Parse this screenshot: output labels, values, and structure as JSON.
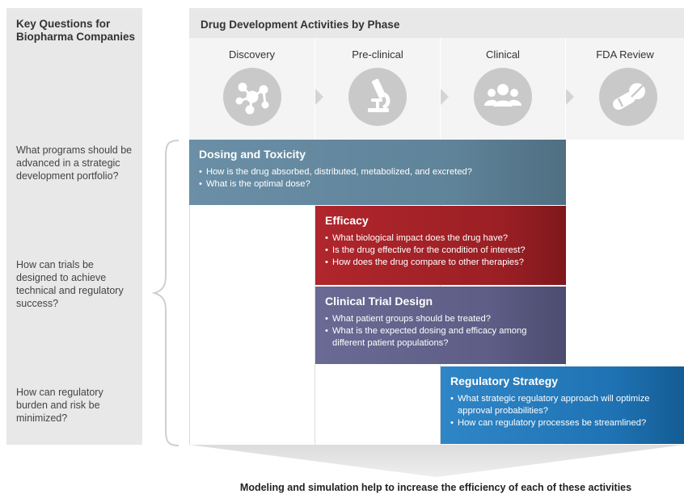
{
  "left_panel": {
    "title": "Key Questions for Biopharma Companies",
    "questions": [
      "What programs should be advanced in a strategic development portfolio?",
      "How can trials be designed to achieve technical and regulatory success?",
      "How can regulatory burden and risk be minimized?"
    ]
  },
  "header": {
    "title": "Drug Development Activities by Phase"
  },
  "phases": [
    {
      "name": "Discovery",
      "icon": "molecule-icon"
    },
    {
      "name": "Pre-clinical",
      "icon": "microscope-icon"
    },
    {
      "name": "Clinical",
      "icon": "people-group-icon"
    },
    {
      "name": "FDA Review",
      "icon": "pills-icon"
    }
  ],
  "activities": [
    {
      "title": "Dosing and Toxicity",
      "color": "#6a8fa6",
      "bullets": [
        "How is the drug absorbed, distributed, metabolized, and excreted?",
        "What is the optimal dose?"
      ]
    },
    {
      "title": "Efficacy",
      "color": "#a32228",
      "bullets": [
        "What biological impact does the drug have?",
        "Is the drug effective for the condition of interest?",
        "How does the drug compare to other therapies?"
      ]
    },
    {
      "title": "Clinical Trial Design",
      "color": "#62628b",
      "bullets": [
        "What patient groups should be treated?",
        "What is the expected dosing and efficacy among different patient populations?"
      ]
    },
    {
      "title": "Regulatory Strategy",
      "color": "#2479bb",
      "bullets": [
        "What strategic regulatory approach will optimize approval probabilities?",
        "How can regulatory processes be streamlined?"
      ]
    }
  ],
  "footer": {
    "text": "Modeling and simulation help to increase the efficiency of each of these activities"
  }
}
